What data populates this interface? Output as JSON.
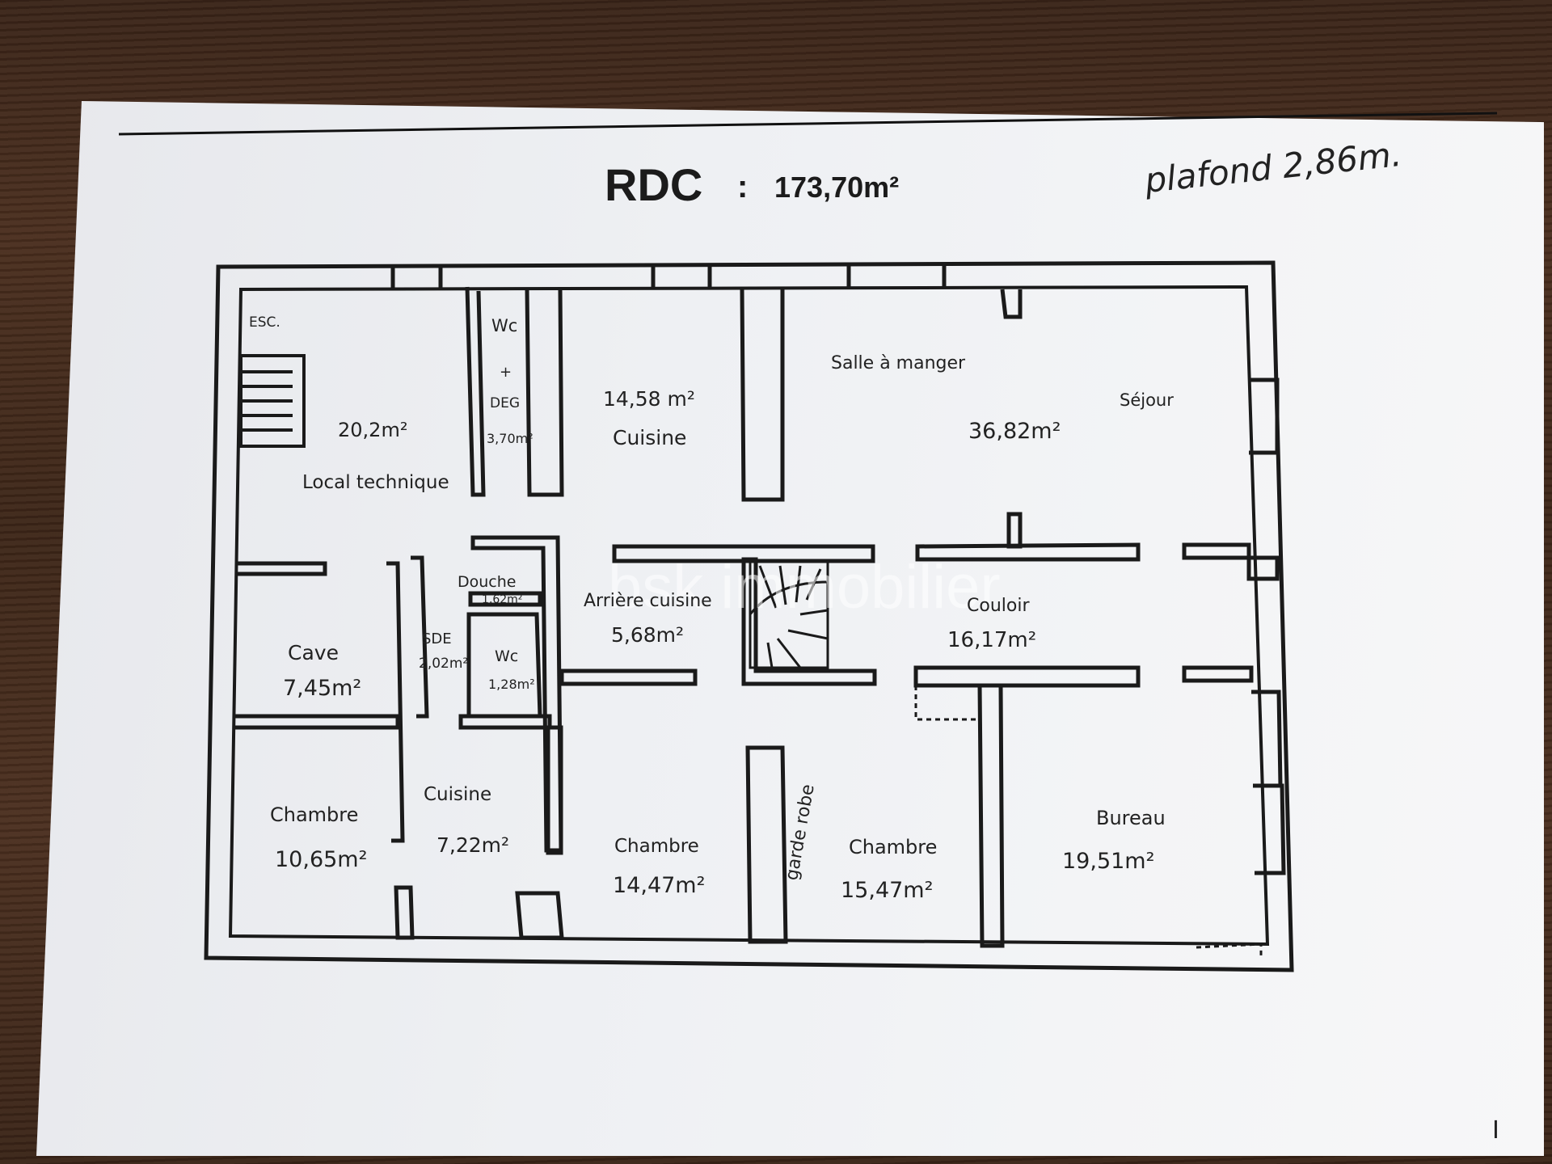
{
  "header": {
    "level": "RDC",
    "separator": ":",
    "total_area": "173,70m²",
    "ceiling_note": "plafond 2,86m."
  },
  "watermark": "bsk immobilier",
  "page_marker": "I",
  "rooms": {
    "esc": "ESC.",
    "local_technique_area": "20,2m²",
    "local_technique": "Local technique",
    "wc_top": "Wc",
    "plus": "+",
    "deg": "DEG",
    "deg_area": "3,70m²",
    "cuisine_area": "14,58 m²",
    "cuisine": "Cuisine",
    "salle_a_manger": "Salle à manger",
    "sejour": "Séjour",
    "sejour_area": "36,82m²",
    "cave": "Cave",
    "cave_area": "7,45m²",
    "douche": "Douche",
    "douche_area": "1,62m²",
    "sde": "SDE",
    "sde_area": "2,02m²",
    "wc_bottom": "Wc",
    "wc_bottom_area": "1,28m²",
    "arriere_cuisine": "Arrière cuisine",
    "arriere_cuisine_area": "5,68m²",
    "couloir": "Couloir",
    "couloir_area": "16,17m²",
    "chambre_1": "Chambre",
    "chambre_1_area": "10,65m²",
    "cuisine_2": "Cuisine",
    "cuisine_2_area": "7,22m²",
    "chambre_2": "Chambre",
    "chambre_2_area": "14,47m²",
    "garde_robe": "garde robe",
    "chambre_3": "Chambre",
    "chambre_3_area": "15,47m²",
    "bureau": "Bureau",
    "bureau_area": "19,51m²"
  }
}
